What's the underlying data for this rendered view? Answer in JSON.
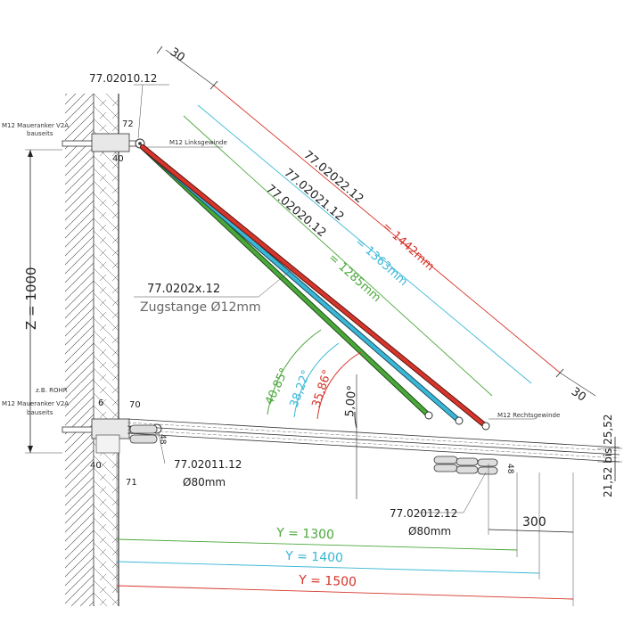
{
  "colors": {
    "green": "#4aa83a",
    "cyan": "#3ab7d6",
    "red": "#d6352b",
    "black": "#222222"
  },
  "labels": {
    "dim_30_top": "30",
    "dim_30_right": "30",
    "part_top": "77.02010.12",
    "anchor_top_line1": "M12 Maueranker V2A",
    "anchor_top_line2": "bauseits",
    "dim_72": "72",
    "left_thread": "M12 Linksgewinde",
    "dim_40_top": "40",
    "z_label": "Z = 1000",
    "part_red": "77.02022.12",
    "part_cyan": "77.02021.12",
    "part_green": "77.02020.12",
    "len_red": "= 1442mm",
    "len_cyan": "= 1363mm",
    "len_green": "= 1285mm",
    "rod_part": "77.0202x.12",
    "rod_desc": "Zugstange Ø12mm",
    "angle_green": "40,85°",
    "angle_cyan": "38,22°",
    "angle_red": "35,86°",
    "angle_5": "5,00°",
    "right_thread": "M12 Rechtsgewinde",
    "dim_side": "21,52 bis 25,52",
    "zb_rohr": "z.B. ROHR",
    "dim_6": "6",
    "dim_70": "70",
    "anchor_bot_line1": "M12 Maueranker V2A",
    "anchor_bot_line2": "bauseits",
    "dim_48_left": "48",
    "part_bottom_left": "77.02011.12",
    "dia_left": "Ø80mm",
    "dim_40_bot": "40",
    "dim_71": "71",
    "part_bottom_right": "77.02012.12",
    "dia_right": "Ø80mm",
    "dim_48_right": "48",
    "dim_300": "300",
    "y_1300": "Y = 1300",
    "y_1400": "Y = 1400",
    "y_1500": "Y = 1500"
  }
}
